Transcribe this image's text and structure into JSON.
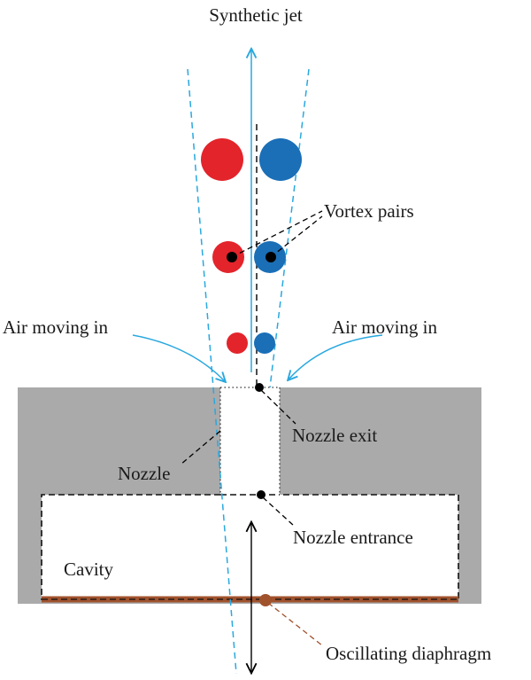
{
  "labels": {
    "synthetic_jet": "Synthetic jet",
    "vortex_pairs": "Vortex pairs",
    "air_in_left": "Air moving in",
    "air_in_right": "Air moving in",
    "nozzle_exit": "Nozzle exit",
    "nozzle": "Nozzle",
    "nozzle_entrance": "Nozzle entrance",
    "cavity": "Cavity",
    "oscillating_diaphragm": "Oscillating diaphragm"
  },
  "colors": {
    "housing": "#aaaaaa",
    "vortex_left": "#e3242b",
    "vortex_right": "#1a6fb7",
    "flow_line": "#29a8df",
    "diaphragm": "#a0522d",
    "ink": "#000000"
  }
}
